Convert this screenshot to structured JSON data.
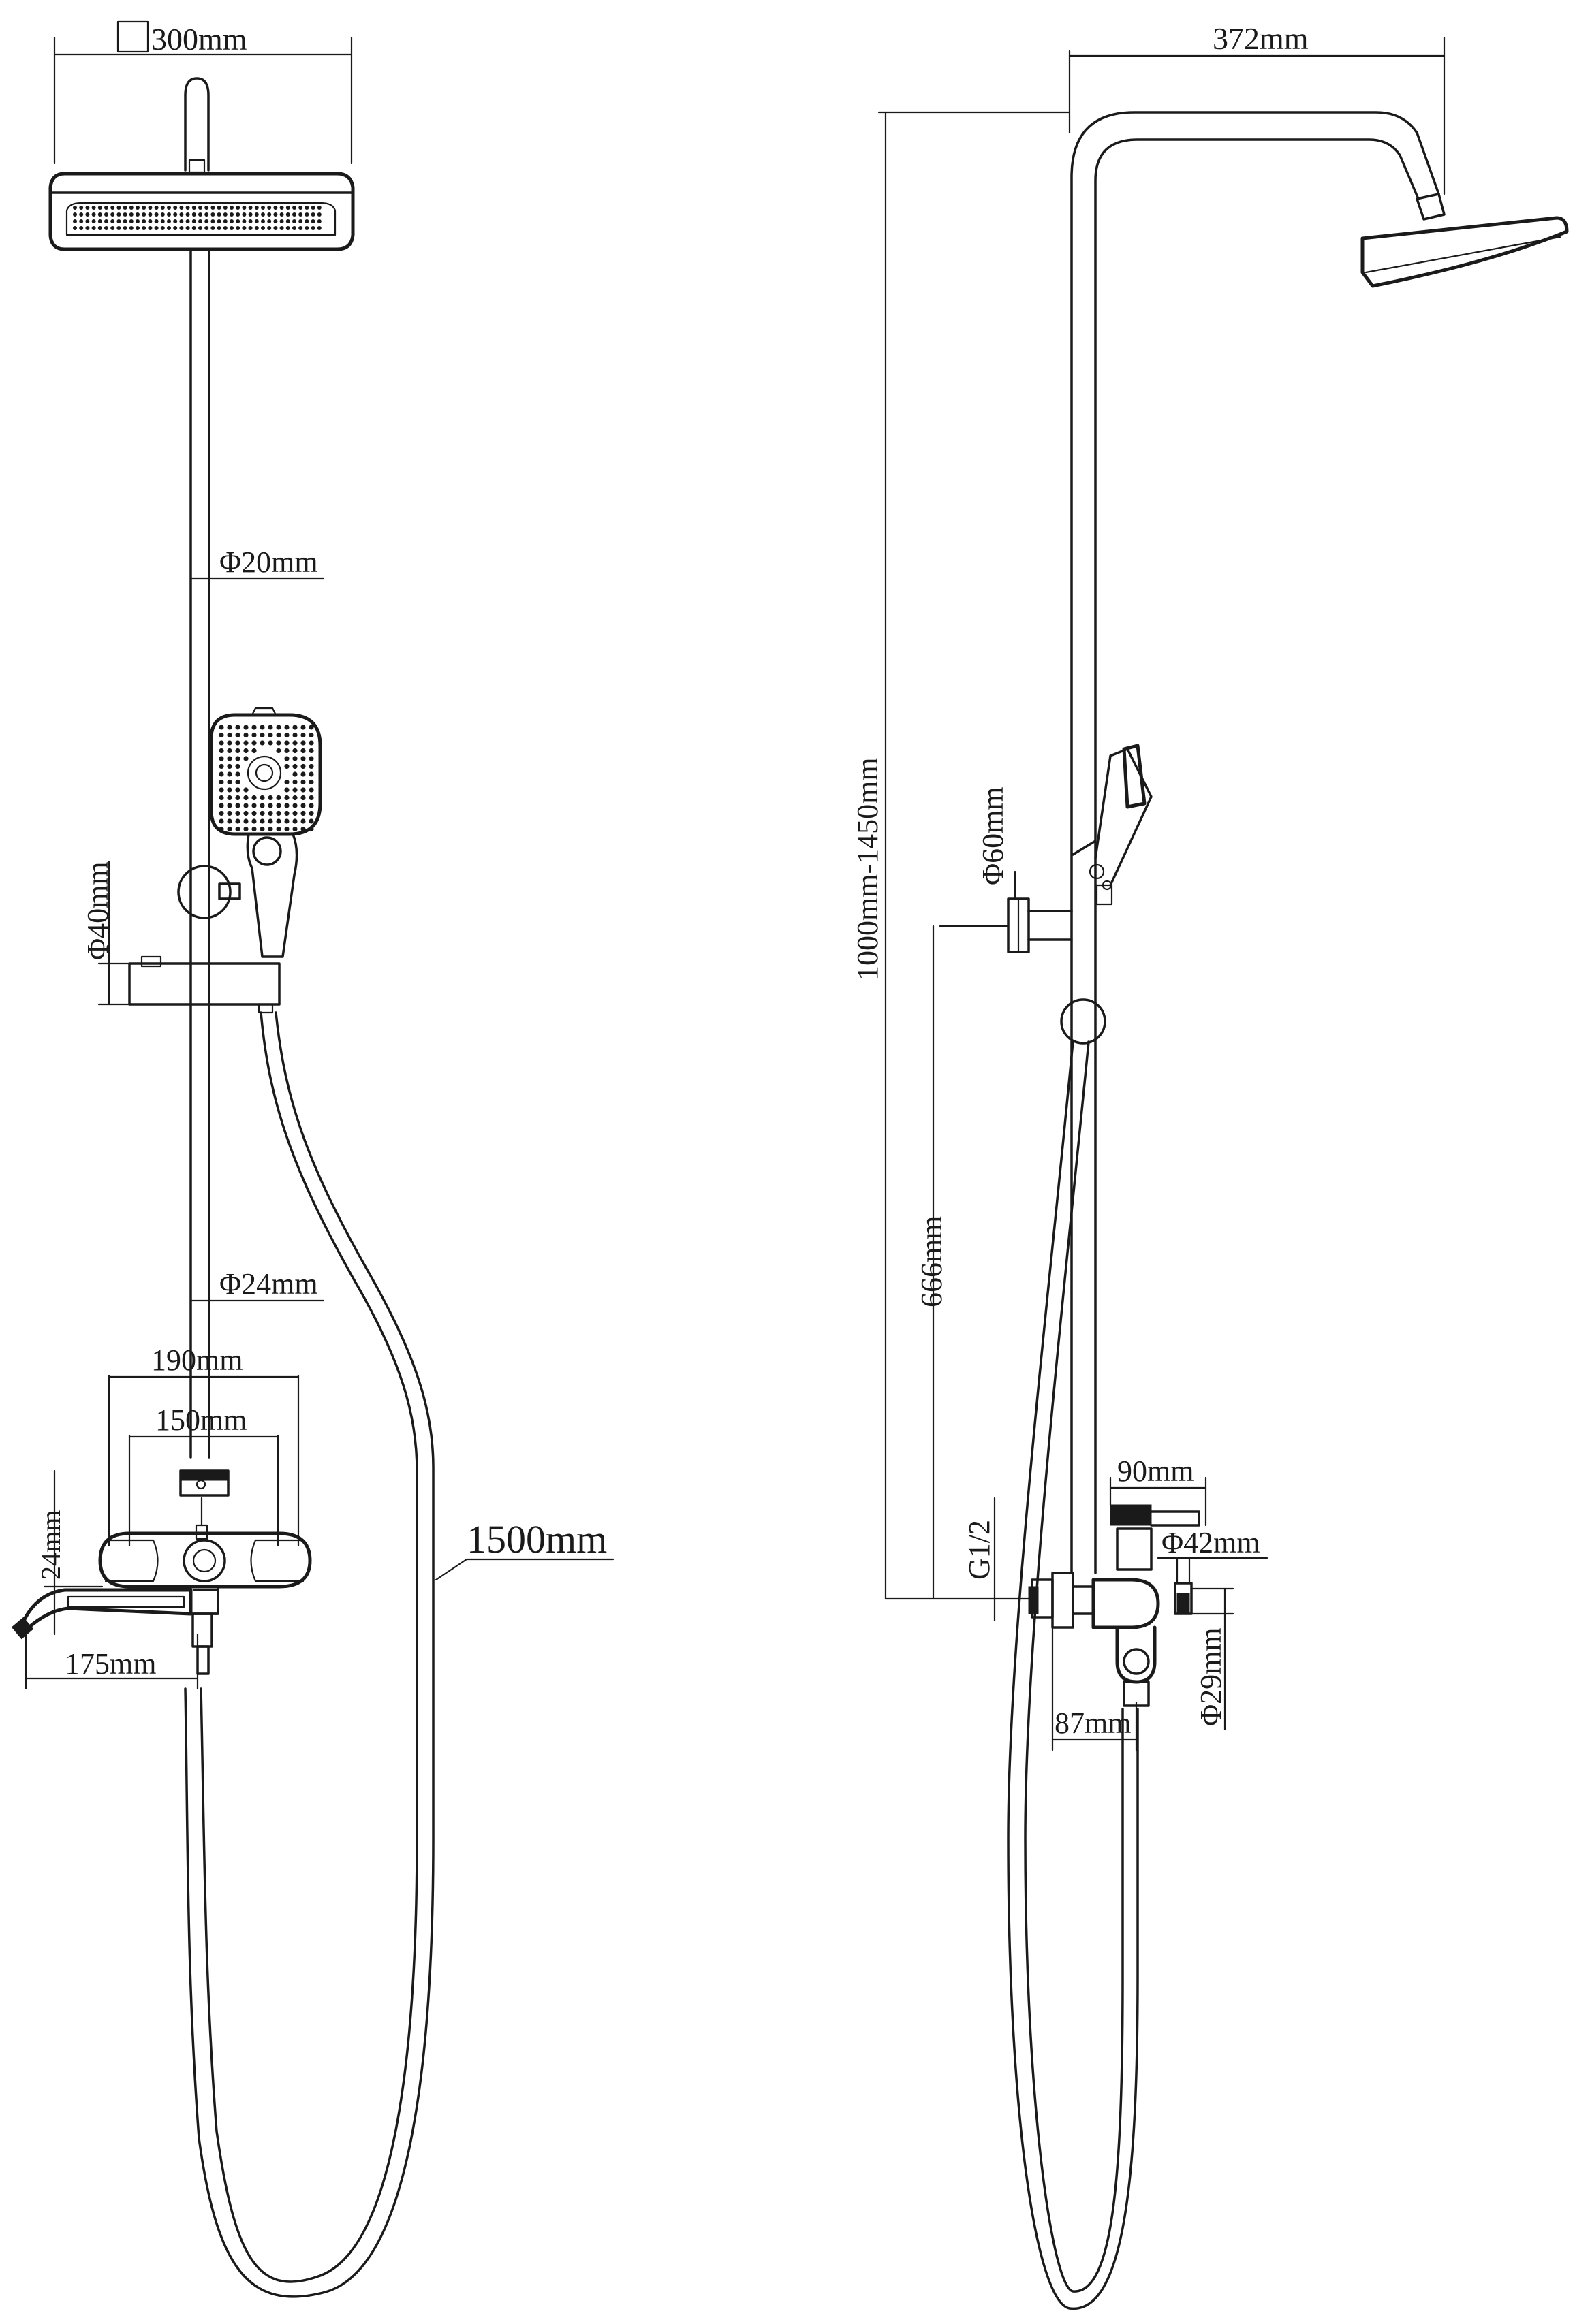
{
  "front_view": {
    "head_size": "300mm",
    "rail_diameter_upper": "Φ20mm",
    "rail_diameter_lower": "Φ24mm",
    "holder_diameter": "Φ40mm",
    "valve_width_outer": "190mm",
    "valve_width_inner": "150mm",
    "valve_height": "24mm",
    "spout_length": "175mm",
    "hose_length": "1500mm"
  },
  "side_view": {
    "arm_reach": "372mm",
    "height_range": "1000mm-1450mm",
    "bracket_diameter": "Φ60mm",
    "bracket_height": "666mm",
    "thread": "G1/2",
    "valve_depth": "90mm",
    "valve_body_diameter": "Φ42mm",
    "outlet_diameter": "Φ29mm",
    "wall_offset": "87mm"
  }
}
